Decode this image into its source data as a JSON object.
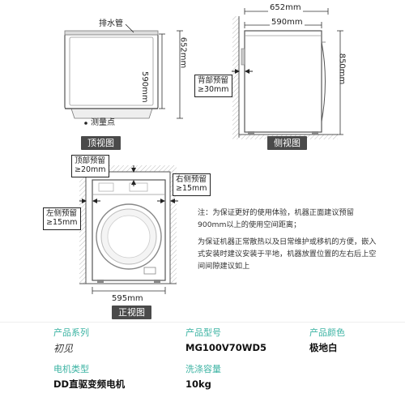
{
  "top_view": {
    "drain_label": "排水管",
    "depth": "590mm",
    "depth_total": "652mm",
    "measure_point": "测量点",
    "caption": "顶视图"
  },
  "side_view": {
    "width_total": "652mm",
    "width_body": "590mm",
    "height": "850mm",
    "back_label_1": "背部预留",
    "back_label_2": "≥30mm",
    "caption": "侧视图"
  },
  "front_view": {
    "top_label_1": "顶部预留",
    "top_label_2": "≥20mm",
    "right_label_1": "右侧预留",
    "right_label_2": "≥15mm",
    "left_label_1": "左侧预留",
    "left_label_2": "≥15mm",
    "width": "595mm",
    "caption": "正视图"
  },
  "notes": {
    "note1": "注：为保证更好的使用体验，机器正面建议预留900mm以上的使用空间距离；",
    "note2": "为保证机器正常散热以及日常维护或移机的方便，嵌入式安装时建议安装于平地，机器放置位置的左右后上空间间隙建议如上"
  },
  "specs": {
    "series_label": "产品系列",
    "series_value": "初见",
    "model_label": "产品型号",
    "model_value": "MG100V70WD5",
    "color_label": "产品颜色",
    "color_value": "极地白",
    "motor_label": "电机类型",
    "motor_value": "DD直驱变频电机",
    "capacity_label": "洗涤容量",
    "capacity_value": "10kg"
  }
}
